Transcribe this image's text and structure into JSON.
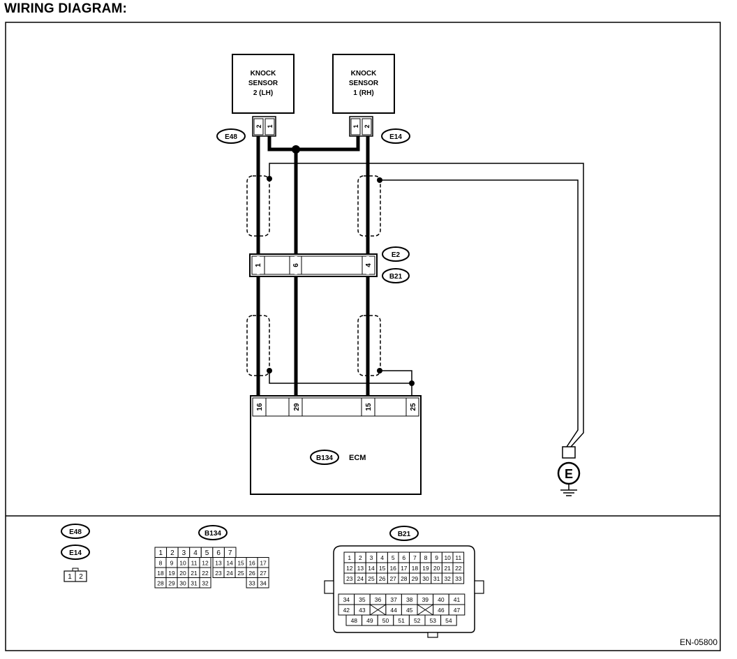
{
  "title": "WIRING DIAGRAM:",
  "sensor2": {
    "line1": "KNOCK",
    "line2": "SENSOR",
    "line3": "2 (LH)",
    "connector": "E48",
    "pins": [
      "2",
      "1"
    ]
  },
  "sensor1": {
    "line1": "KNOCK",
    "line2": "SENSOR",
    "line3": "1 (RH)",
    "connector": "E14",
    "pins": [
      "1",
      "2"
    ]
  },
  "joint": {
    "connector_top": "E2",
    "connector_bottom": "B21",
    "pins": [
      "1",
      "6",
      "4"
    ]
  },
  "ecm": {
    "label": "ECM",
    "connector": "B134",
    "pins": [
      "16",
      "29",
      "15",
      "25"
    ]
  },
  "ground": {
    "label": "E"
  },
  "legend": {
    "e48": "E48",
    "e14": "E14",
    "small_conn": [
      "1",
      "2"
    ],
    "b134": {
      "label": "B134",
      "rows": [
        [
          "1",
          "2",
          "3",
          "4",
          "5",
          "6",
          "7"
        ],
        [
          "8",
          "9",
          "10",
          "11",
          "12",
          "13",
          "14",
          "15",
          "16",
          "17"
        ],
        [
          "18",
          "19",
          "20",
          "21",
          "22",
          "23",
          "24",
          "25",
          "26",
          "27"
        ],
        [
          "28",
          "29",
          "30",
          "31",
          "32",
          "33",
          "34"
        ]
      ]
    },
    "b21": {
      "label": "B21",
      "rows": [
        [
          "1",
          "2",
          "3",
          "4",
          "5",
          "6",
          "7",
          "8",
          "9",
          "10",
          "11"
        ],
        [
          "12",
          "13",
          "14",
          "15",
          "16",
          "17",
          "18",
          "19",
          "20",
          "21",
          "22"
        ],
        [
          "23",
          "24",
          "25",
          "26",
          "27",
          "28",
          "29",
          "30",
          "31",
          "32",
          "33"
        ],
        [
          "34",
          "35",
          "36",
          "37",
          "38",
          "39",
          "40",
          "41"
        ],
        [
          "42",
          "43",
          "44",
          "45",
          "46",
          "47"
        ],
        [
          "48",
          "49",
          "50",
          "51",
          "52",
          "53",
          "54"
        ]
      ]
    }
  },
  "code": "EN-05800"
}
